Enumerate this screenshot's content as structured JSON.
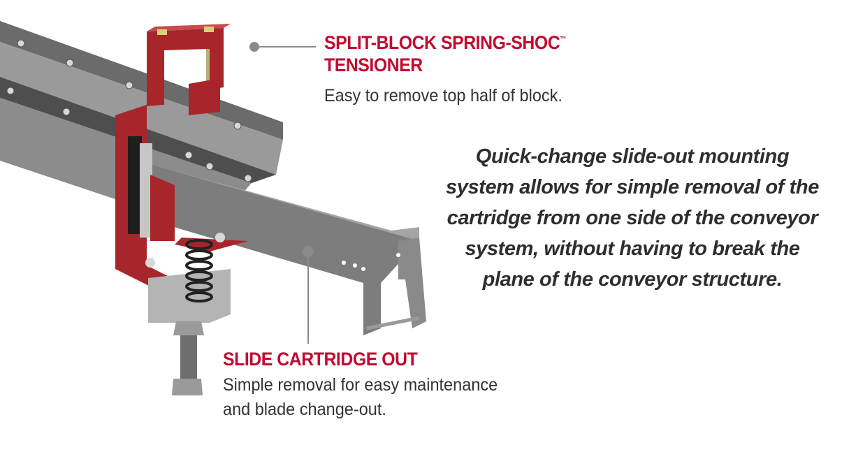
{
  "callouts": {
    "tensioner": {
      "title_line1": "SPLIT-BLOCK SPRING-SHOC",
      "trademark": "™",
      "title_line2": "TENSIONER",
      "description": "Easy to remove top half of block."
    },
    "cartridge": {
      "title": "SLIDE CARTRIDGE OUT",
      "description_line1": "Simple removal for easy maintenance",
      "description_line2": "and blade change-out."
    }
  },
  "feature_text": {
    "lines": [
      "Quick-change slide-out mounting",
      "system allows for simple removal of the",
      "cartridge from one side of the conveyor",
      "system, without having to break the",
      "plane of the conveyor structure."
    ]
  },
  "colors": {
    "accent_red": "#c30a2f",
    "text_gray": "#333333",
    "steel_gray": "#8a8a8a",
    "bracket_red": "#a8262b"
  }
}
